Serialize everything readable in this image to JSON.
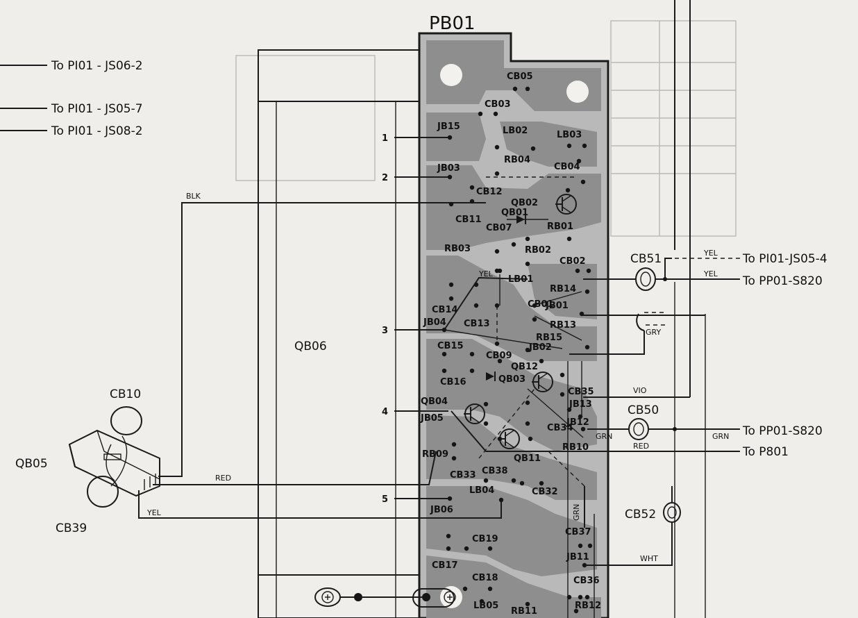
{
  "board": {
    "title": "PB01",
    "side_box_label": "QB06"
  },
  "external_labels": {
    "to_p101_js06_2": "To PI01 - JS06-2",
    "to_p101_js05_7": "To PI01 - JS05-7",
    "to_p101_js08_2": "To PI01 - JS08-2",
    "to_p101_js05_4": "To PI01-JS05-4",
    "to_pp01_s820_top": "To PP01-S820",
    "to_pp01_s820_bottom": "To PP01-S820",
    "to_p801": "To P801"
  },
  "connector_labels": {
    "cb51": "CB51",
    "cb50": "CB50",
    "cb52": "CB52",
    "cb10": "CB10",
    "qb05": "QB05",
    "cb39": "CB39"
  },
  "wire_colors": {
    "blk": "BLK",
    "red_left": "RED",
    "yel_left": "YEL",
    "yel_top": "YEL",
    "yel_mid": "YEL",
    "yel_board": "YEL",
    "gry": "GRY",
    "vio": "VIO",
    "grn_left": "GRN",
    "grn_right": "GRN",
    "red_right": "RED",
    "grn_vertical": "GRN",
    "wht": "WHT"
  },
  "pin_numbers": [
    "1",
    "2",
    "3",
    "4",
    "5"
  ],
  "components": {
    "cb05": "CB05",
    "cb03": "CB03",
    "jb15": "JB15",
    "lb02": "LB02",
    "lb03": "LB03",
    "rb04": "RB04",
    "cb04": "CB04",
    "jb03": "JB03",
    "cb12": "CB12",
    "qb02": "QB02",
    "qb01": "QB01",
    "cb11": "CB11",
    "cb07": "CB07",
    "rb01": "RB01",
    "rb03": "RB03",
    "rb02": "RB02",
    "cb02": "CB02",
    "lb01": "LB01",
    "rb14": "RB14",
    "cb01": "CB01",
    "jb01": "JB01",
    "cb14": "CB14",
    "cb13": "CB13",
    "jb04": "JB04",
    "rb13": "RB13",
    "rb15": "RB15",
    "jb02": "JB02",
    "cb15": "CB15",
    "cb09": "CB09",
    "qb12": "QB12",
    "cb16": "CB16",
    "qb03": "QB03",
    "cb35": "CB35",
    "jb13": "JB13",
    "qb04": "QB04",
    "jb05": "JB05",
    "cb34": "CB34",
    "jb12": "JB12",
    "rb10": "RB10",
    "rb09": "RB09",
    "qb11": "QB11",
    "cb33": "CB33",
    "cb38": "CB38",
    "cb32": "CB32",
    "lb04": "LB04",
    "jb06": "JB06",
    "cb37": "CB37",
    "cb19": "CB19",
    "cb17": "CB17",
    "jb11": "JB11",
    "cb18": "CB18",
    "cb36": "CB36",
    "lb05": "LB05",
    "rb11": "RB11",
    "rb12": "RB12"
  }
}
